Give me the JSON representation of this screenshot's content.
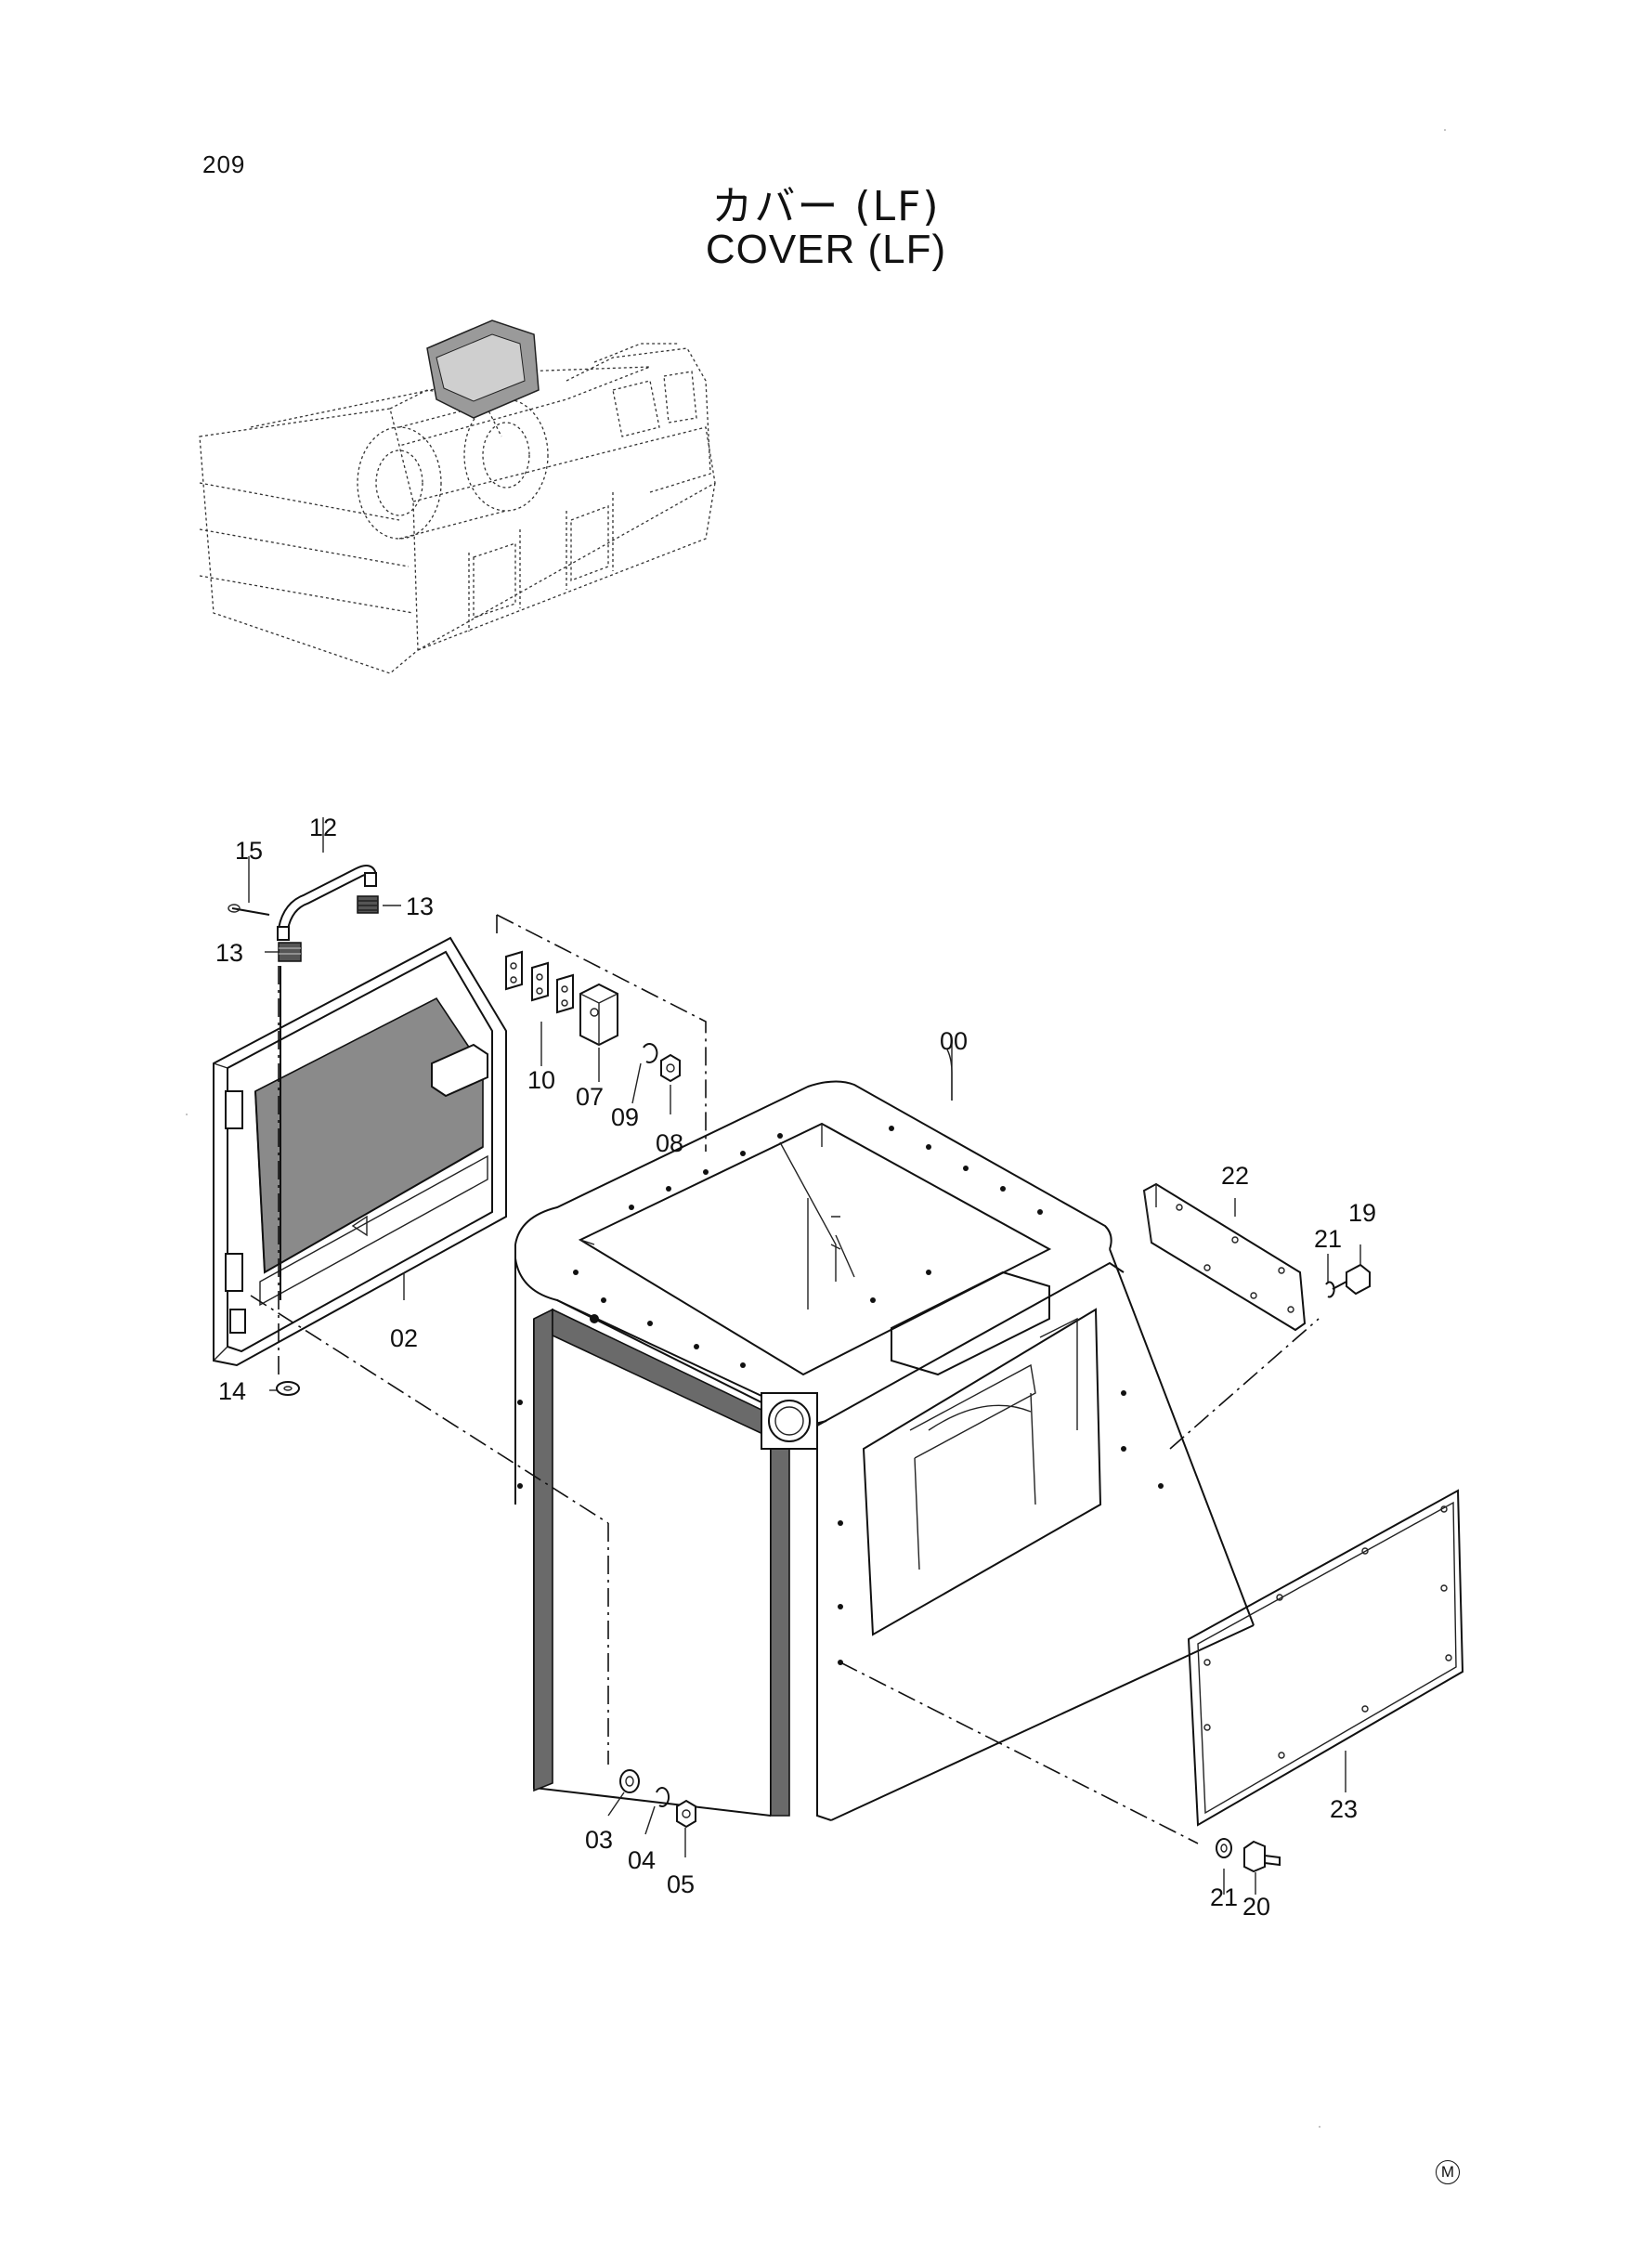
{
  "page": {
    "number": "209",
    "title_ja": "カバー (LF)",
    "title_en": "COVER (LF)",
    "mark": "M"
  },
  "labels": {
    "p00": "00",
    "p02": "02",
    "p03": "03",
    "p04": "04",
    "p05": "05",
    "p07": "07",
    "p08": "08",
    "p09": "09",
    "p10": "10",
    "p12": "12",
    "p13a": "13",
    "p13b": "13",
    "p14": "14",
    "p15": "15",
    "p19": "19",
    "p20": "20",
    "p21a": "21",
    "p21b": "21",
    "p22": "22",
    "p23": "23"
  }
}
